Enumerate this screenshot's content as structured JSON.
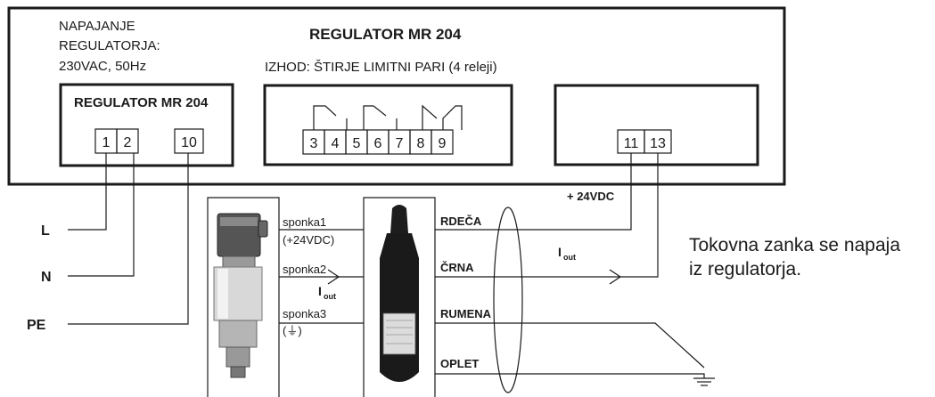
{
  "diagram": {
    "main_title": "REGULATOR MR 204",
    "power": {
      "line1": "NAPAJANJE",
      "line2": "REGULATORJA:",
      "line3": "230VAC, 50Hz"
    },
    "output_label": "IZHOD: ŠTIRJE LIMITNI PARI (4 releji)",
    "left_box_title": "REGULATOR MR 204",
    "left_terminals": [
      "1",
      "2",
      "10"
    ],
    "relay_terminals": [
      "3",
      "4",
      "5",
      "6",
      "7",
      "8",
      "9"
    ],
    "right_terminals": [
      "11",
      "13"
    ],
    "supply_label": "+ 24VDC",
    "current_symbol": "I",
    "current_sub": "out",
    "mains": [
      "L",
      "N",
      "PE"
    ],
    "transmitter_pins": [
      {
        "name": "sponka1",
        "note": "(+24VDC)"
      },
      {
        "name": "sponka2",
        "note": ""
      },
      {
        "name": "sponka3",
        "note": "(⏚)"
      }
    ],
    "probe_wires": [
      "RDEČA",
      "ČRNA",
      "RUMENA",
      "OPLET"
    ],
    "note": {
      "line1": "Tokovna zanka se napaja",
      "line2": "iz regulatorja."
    }
  }
}
